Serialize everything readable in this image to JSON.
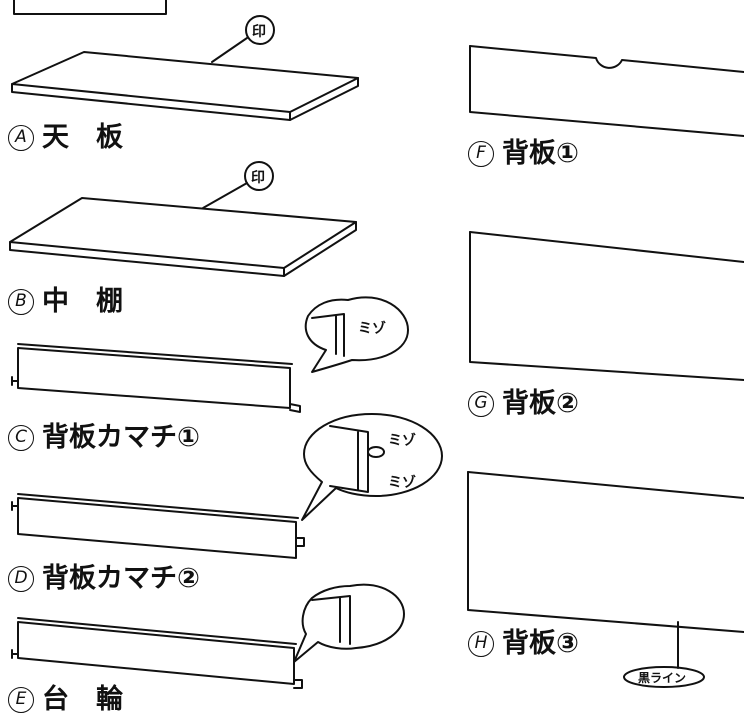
{
  "parts": [
    {
      "letter": "A",
      "name": "天　板",
      "stamp": "印"
    },
    {
      "letter": "B",
      "name": "中　棚",
      "stamp": "印"
    },
    {
      "letter": "C",
      "name": "背板カマチ①",
      "callout": [
        "ミゾ"
      ]
    },
    {
      "letter": "D",
      "name": "背板カマチ②",
      "callout": [
        "ミゾ",
        "ミゾ"
      ]
    },
    {
      "letter": "E",
      "name": "台　輪"
    },
    {
      "letter": "F",
      "name": "背板①"
    },
    {
      "letter": "G",
      "name": "背板②"
    },
    {
      "letter": "H",
      "name": "背板③",
      "note": "黒ライン"
    }
  ]
}
